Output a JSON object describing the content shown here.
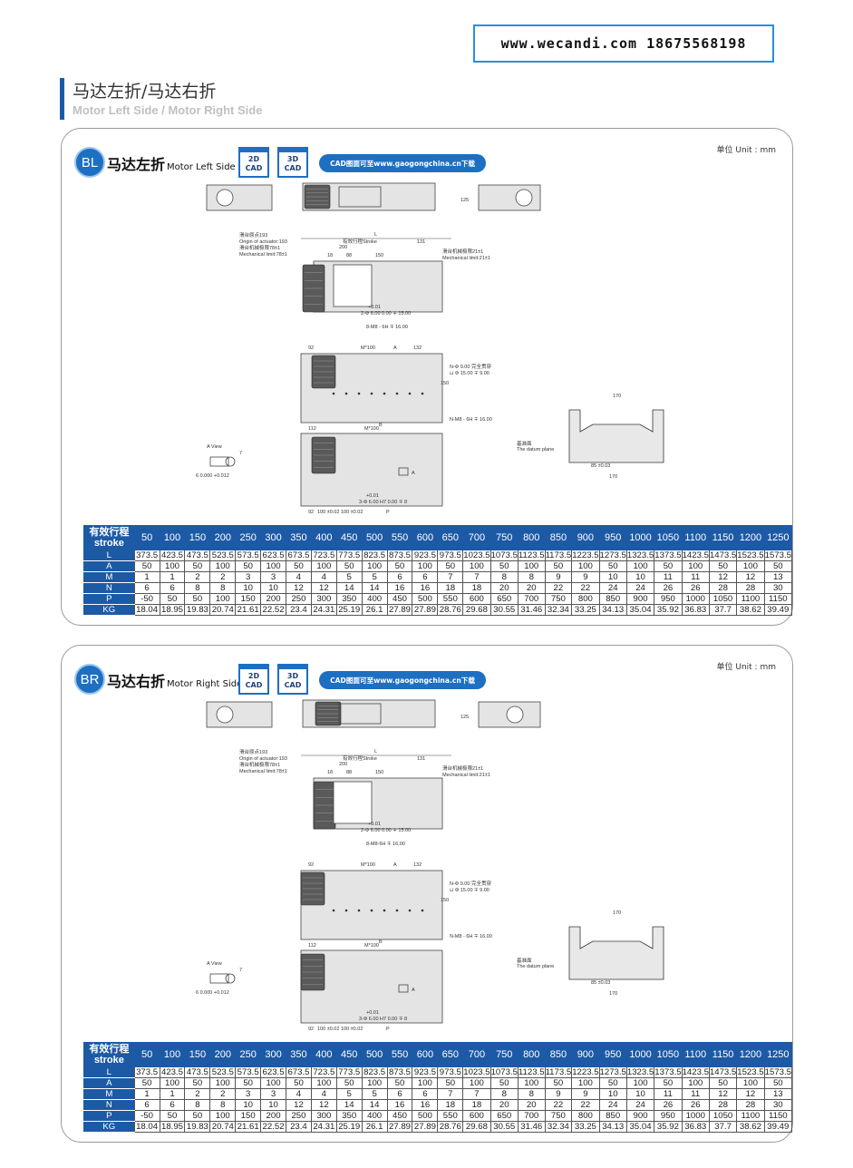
{
  "contact": "www.wecandi.com 18675568198",
  "header": {
    "title_cn": "马达左折/马达右折",
    "title_en": "Motor Left Side / Motor Right Side"
  },
  "colors": {
    "brand_blue": "#1d5aa6",
    "accent_blue": "#1d6fc2",
    "contact_border": "#2a8fd8"
  },
  "panels": [
    {
      "badge": "BL",
      "title_cn": "马达左折",
      "title_en": "Motor Left Side",
      "cad2d": "2D",
      "cad3d": "3D",
      "cad_word": "CAD",
      "cad_link": "CAD图面可至www.gaogongchina.cn下载",
      "unit": "单位 Unit : mm",
      "labels": {
        "origin_cn": "滑台原点193",
        "origin_en": "Origin of actuator:193",
        "mech_cn": "滑台机械极限78±1",
        "mech_en": "Mechanical limit:78±1",
        "stroke_cn": "有效行程Stroke",
        "L": "L",
        "d131": "131",
        "d200": "200",
        "d18": "18",
        "d88": "88",
        "d150": "150",
        "mech_r_cn": "滑台机械极限21±1",
        "mech_r_en": "Mechanical limit:21±1",
        "hole": "2-Φ 6.00  0.00 ∓ 15.00",
        "tol": "+0.01",
        "m8": "8-M8 - 6H ∓ 16.00",
        "d92": "92",
        "m100": "M*100",
        "A": "A",
        "d132": "132",
        "B": "B",
        "d112": "112",
        "n_hole": "N-Φ 9.00 完全贯穿",
        "n_cb": "⊔ Φ 15.00 ∓ 9.00",
        "n_m8": "N-M8 - 6H ∓ 16.00",
        "a_view": "A View",
        "d7": "7",
        "pin": "6 0.000 +0.012",
        "h3": "3-Φ 6.00 H7  0.00 ∓ 8",
        "pitch": "100 ±0.02 100 ±0.02",
        "P": "P",
        "datum_cn": "基准面",
        "datum_en": "The datum plane",
        "d170": "170",
        "d85": "85 ±0.03",
        "d125": "125"
      }
    },
    {
      "badge": "BR",
      "title_cn": "马达右折",
      "title_en": "Motor Right Side",
      "cad2d": "2D",
      "cad3d": "3D",
      "cad_word": "CAD",
      "cad_link": "CAD图面可至www.gaogongchina.cn下载",
      "unit": "单位 Unit : mm",
      "labels": {
        "origin_cn": "滑台原点193",
        "origin_en": "Origin of actuator:193",
        "mech_cn": "滑台机械极限78±1",
        "mech_en": "Mechanical limit:78±1",
        "stroke_cn": "有效行程Stroke",
        "L": "L",
        "d131": "131",
        "d200": "200",
        "d18": "18",
        "d88": "88",
        "d150": "150",
        "mech_r_cn": "滑台机械极限21±1",
        "mech_r_en": "Mechanical limit:21±1",
        "hole": "2-Φ 6.00  0.00 ∓ 15.00",
        "tol": "+0.01",
        "m8": "8-M8-6H ∓ 16.00",
        "d92": "92",
        "m100": "M*100",
        "A": "A",
        "d132": "132",
        "B": "B",
        "d112": "112",
        "n_hole": "N-Φ 9.00 完全贯穿",
        "n_cb": "⊔ Φ 15.00 ∓ 9.00",
        "n_m8": "N-M8 - 6H ∓ 16.00",
        "a_view": "A View",
        "d7": "7",
        "pin": "6 0.000 +0.012",
        "h3": "3-Φ 6.00 H7  0.00 ∓ 8",
        "pitch": "100 ±0.02 100 ±0.02",
        "P": "P",
        "datum_cn": "基准面",
        "datum_en": "The datum plane",
        "d170": "170",
        "d85": "85 ±0.03",
        "d125": "125"
      }
    }
  ],
  "spec_table": {
    "stroke_label_cn": "有效行程",
    "stroke_label_en": "stroke",
    "strokes": [
      "50",
      "100",
      "150",
      "200",
      "250",
      "300",
      "350",
      "400",
      "450",
      "500",
      "550",
      "600",
      "650",
      "700",
      "750",
      "800",
      "850",
      "900",
      "950",
      "1000",
      "1050",
      "1100",
      "1150",
      "1200",
      "1250"
    ],
    "rows": [
      {
        "label": "L",
        "values": [
          "373.5",
          "423.5",
          "473.5",
          "523.5",
          "573.5",
          "623.5",
          "673.5",
          "723.5",
          "773.5",
          "823.5",
          "873.5",
          "923.5",
          "973.5",
          "1023.5",
          "1073.5",
          "1123.5",
          "1173.5",
          "1223.5",
          "1273.5",
          "1323.5",
          "1373.5",
          "1423.5",
          "1473.5",
          "1523.5",
          "1573.5"
        ]
      },
      {
        "label": "A",
        "values": [
          "50",
          "100",
          "50",
          "100",
          "50",
          "100",
          "50",
          "100",
          "50",
          "100",
          "50",
          "100",
          "50",
          "100",
          "50",
          "100",
          "50",
          "100",
          "50",
          "100",
          "50",
          "100",
          "50",
          "100",
          "50"
        ]
      },
      {
        "label": "M",
        "values": [
          "1",
          "1",
          "2",
          "2",
          "3",
          "3",
          "4",
          "4",
          "5",
          "5",
          "6",
          "6",
          "7",
          "7",
          "8",
          "8",
          "9",
          "9",
          "10",
          "10",
          "11",
          "11",
          "12",
          "12",
          "13"
        ]
      },
      {
        "label": "N",
        "values": [
          "6",
          "6",
          "8",
          "8",
          "10",
          "10",
          "12",
          "12",
          "14",
          "14",
          "16",
          "16",
          "18",
          "18",
          "20",
          "20",
          "22",
          "22",
          "24",
          "24",
          "26",
          "26",
          "28",
          "28",
          "30"
        ]
      },
      {
        "label": "P",
        "values": [
          "-50",
          "50",
          "50",
          "100",
          "150",
          "200",
          "250",
          "300",
          "350",
          "400",
          "450",
          "500",
          "550",
          "600",
          "650",
          "700",
          "750",
          "800",
          "850",
          "900",
          "950",
          "1000",
          "1050",
          "1100",
          "1150"
        ]
      },
      {
        "label": "KG",
        "values": [
          "18.04",
          "18.95",
          "19.83",
          "20.74",
          "21.61",
          "22.52",
          "23.4",
          "24.31",
          "25.19",
          "26.1",
          "27.89",
          "27.89",
          "28.76",
          "29.68",
          "30.55",
          "31.46",
          "32.34",
          "33.25",
          "34.13",
          "35.04",
          "35.92",
          "36.83",
          "37.7",
          "38.62",
          "39.49"
        ]
      }
    ]
  }
}
